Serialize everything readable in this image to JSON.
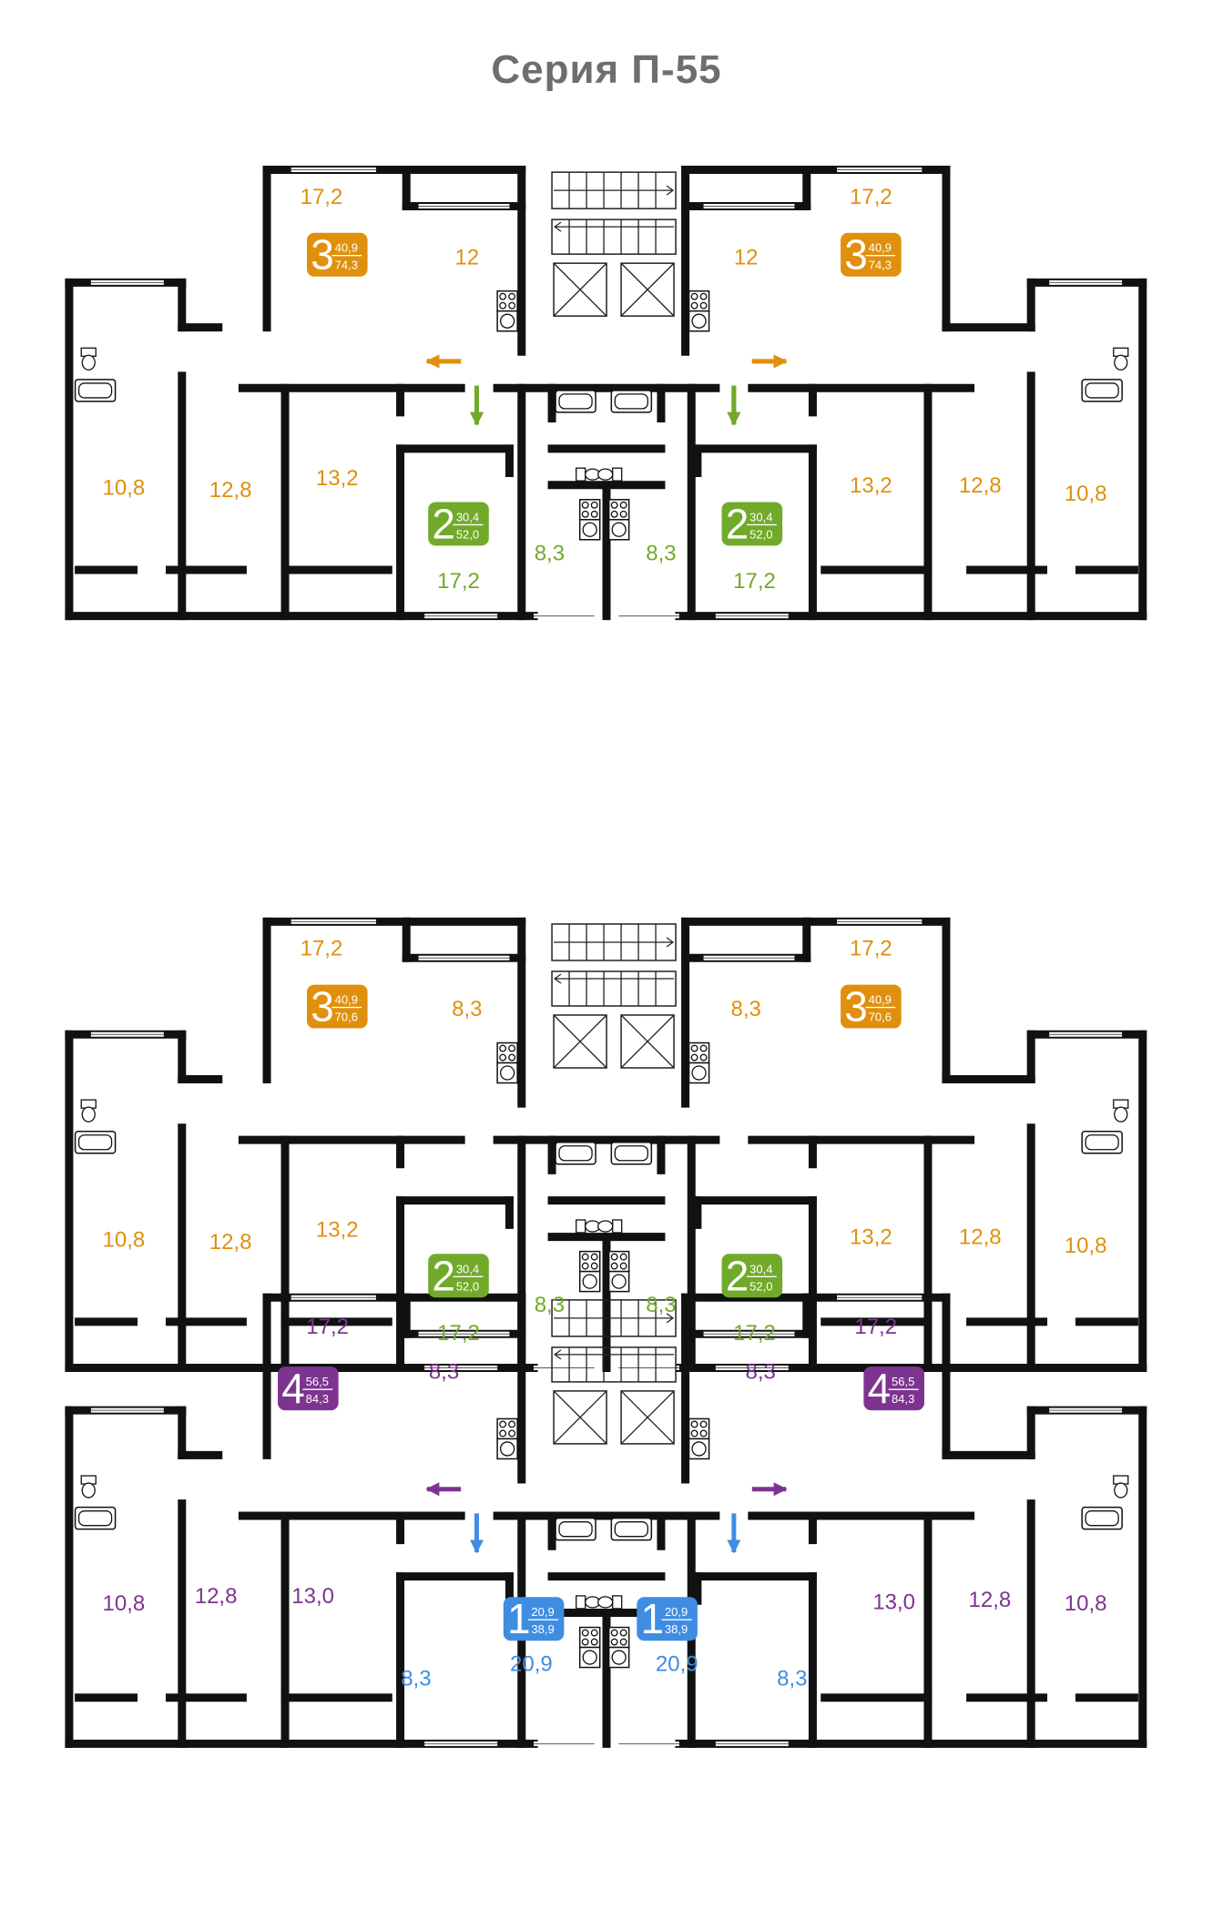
{
  "title": "Серия П-55",
  "colors": {
    "wall": "#111111",
    "orange": "#e0900c",
    "green": "#71aa2a",
    "purple": "#7d3490",
    "blue": "#3f8de2"
  },
  "icons": [
    "stair-flight-icon",
    "elevator-shaft-icon",
    "stove-icon",
    "bathtub-icon",
    "toilet-icon",
    "entrance-arrow-icon"
  ],
  "floors": [
    {
      "rooms_left": [
        "17,2",
        "12",
        "10,8",
        "12,8",
        "13,2",
        "17,2",
        "8,3"
      ],
      "rooms_right": [
        "12",
        "17,2",
        "13,2",
        "12,8",
        "10,8",
        "8,3",
        "17,2"
      ],
      "badges": [
        {
          "rooms": "3",
          "living": "40,9",
          "total": "74,3"
        },
        {
          "rooms": "2",
          "living": "30,4",
          "total": "52,0"
        },
        {
          "rooms": "2",
          "living": "30,4",
          "total": "52,0"
        },
        {
          "rooms": "3",
          "living": "40,9",
          "total": "74,3"
        }
      ]
    },
    {
      "rooms_left": [
        "17,2",
        "8,3",
        "10,8",
        "12,8",
        "13,2",
        "17,2",
        "8,3"
      ],
      "rooms_right": [
        "8,3",
        "17,2",
        "13,2",
        "12,8",
        "10,8",
        "8,3",
        "17,2"
      ],
      "badges": [
        {
          "rooms": "3",
          "living": "40,9",
          "total": "70,6"
        },
        {
          "rooms": "2",
          "living": "30,4",
          "total": "52,0"
        },
        {
          "rooms": "2",
          "living": "30,4",
          "total": "52,0"
        },
        {
          "rooms": "3",
          "living": "40,9",
          "total": "70,6"
        }
      ]
    },
    {
      "rooms_left": [
        "17,2",
        "8,3",
        "10,8",
        "12,8",
        "13,0",
        "8,3",
        "20,9"
      ],
      "rooms_right": [
        "8,3",
        "17,2",
        "20,9",
        "8,3",
        "13,0",
        "12,8",
        "10,8"
      ],
      "badges": [
        {
          "rooms": "4",
          "living": "56,5",
          "total": "84,3"
        },
        {
          "rooms": "1",
          "living": "20,9",
          "total": "38,9"
        },
        {
          "rooms": "1",
          "living": "20,9",
          "total": "38,9"
        },
        {
          "rooms": "4",
          "living": "56,5",
          "total": "84,3"
        }
      ]
    }
  ]
}
